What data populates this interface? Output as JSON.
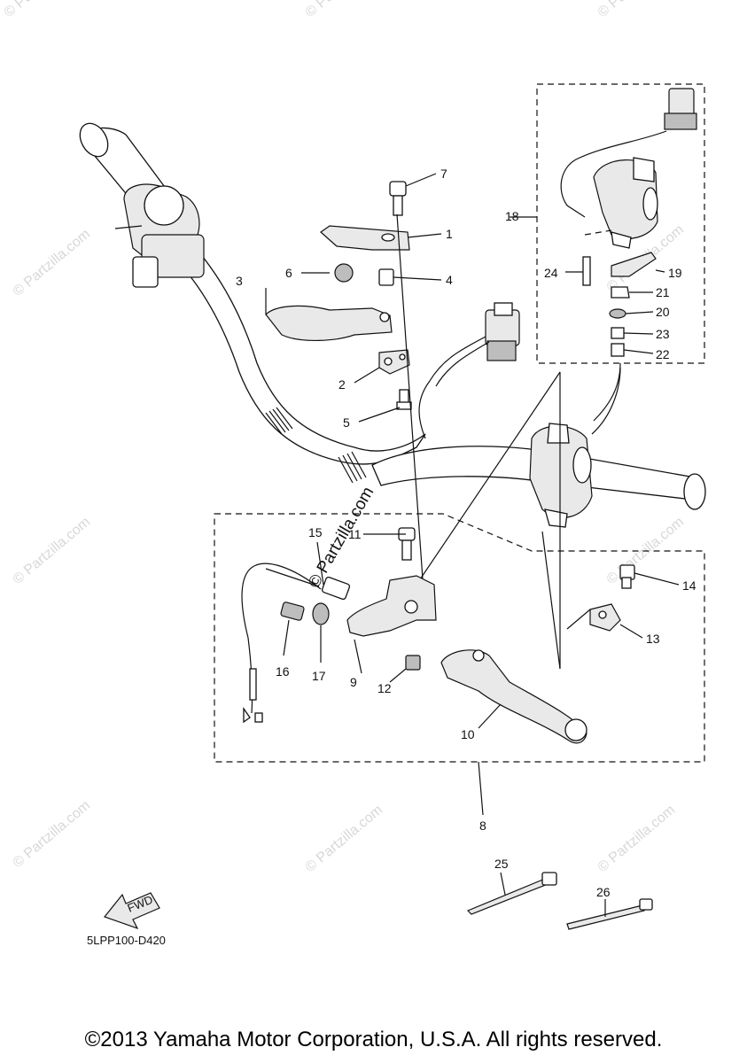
{
  "diagram": {
    "code": "5LPP100-D420",
    "fwd_label": "FWD",
    "watermark": "© Partzilla.com",
    "center_watermark": "© Partzilla.com",
    "copyright": "©2013 Yamaha Motor Corporation, U.S.A. All rights reserved."
  },
  "callouts": {
    "c1": "1",
    "c2": "2",
    "c3": "3",
    "c4": "4",
    "c5": "5",
    "c6": "6",
    "c7": "7",
    "c8": "8",
    "c9": "9",
    "c10": "10",
    "c11": "11",
    "c12": "12",
    "c13": "13",
    "c14": "14",
    "c15": "15",
    "c16": "16",
    "c17": "17",
    "c18": "18",
    "c19": "19",
    "c20": "20",
    "c21": "21",
    "c22": "22",
    "c23": "23",
    "c24": "24",
    "c25": "25",
    "c26": "26"
  }
}
